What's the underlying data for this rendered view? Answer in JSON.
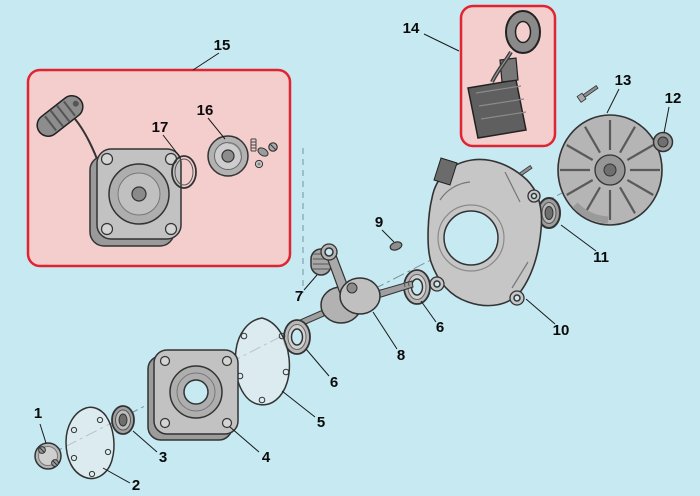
{
  "diagram": {
    "background_color": "#c6e9f2",
    "highlight_box": {
      "fill": "#f4cdcd",
      "stroke": "#e02531"
    },
    "callouts": {
      "c1": "1",
      "c2": "2",
      "c3": "3",
      "c4": "4",
      "c5": "5",
      "c6a": "6",
      "c6b": "6",
      "c7": "7",
      "c8": "8",
      "c9": "9",
      "c10": "10",
      "c11": "11",
      "c12": "12",
      "c13": "13",
      "c14": "14",
      "c15": "15",
      "c16": "16",
      "c17": "17"
    }
  }
}
